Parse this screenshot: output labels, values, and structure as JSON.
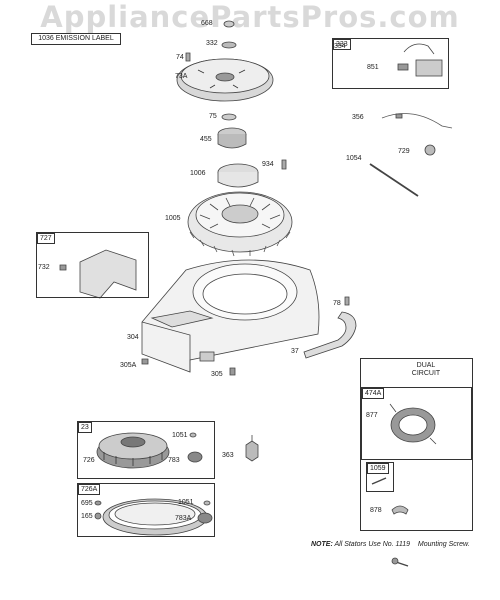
{
  "watermark": "AppliancePartsPros.com",
  "emission_label": "1036 EMISSION LABEL",
  "boxes": {
    "b333": "333",
    "b727": "727",
    "b23": "23",
    "b726A": "726A",
    "b474A": "474A",
    "b1059": "1059"
  },
  "dual_circuit": [
    "DUAL",
    "CIRCUIT"
  ],
  "labels": {
    "l668": "668",
    "l332": "332",
    "l74": "74",
    "l73A": "73A",
    "l75": "75",
    "l455": "455",
    "l934": "934",
    "l1006": "1006",
    "l1005": "1005",
    "l334": "334",
    "l851": "851",
    "l356": "356",
    "l1054": "1054",
    "l729": "729",
    "l732": "732",
    "l304": "304",
    "l305A": "305A",
    "l305": "305",
    "l78": "78",
    "l37": "37",
    "l1051a": "1051",
    "l726": "726",
    "l783": "783",
    "l363": "363",
    "l695": "695",
    "l165": "165",
    "l1051b": "1051",
    "l783A": "783A",
    "l877": "877",
    "l878": "878"
  },
  "note": {
    "prefix": "NOTE:",
    "text": "All Stators Use No. 1119",
    "suffix": "Mounting Screw."
  }
}
